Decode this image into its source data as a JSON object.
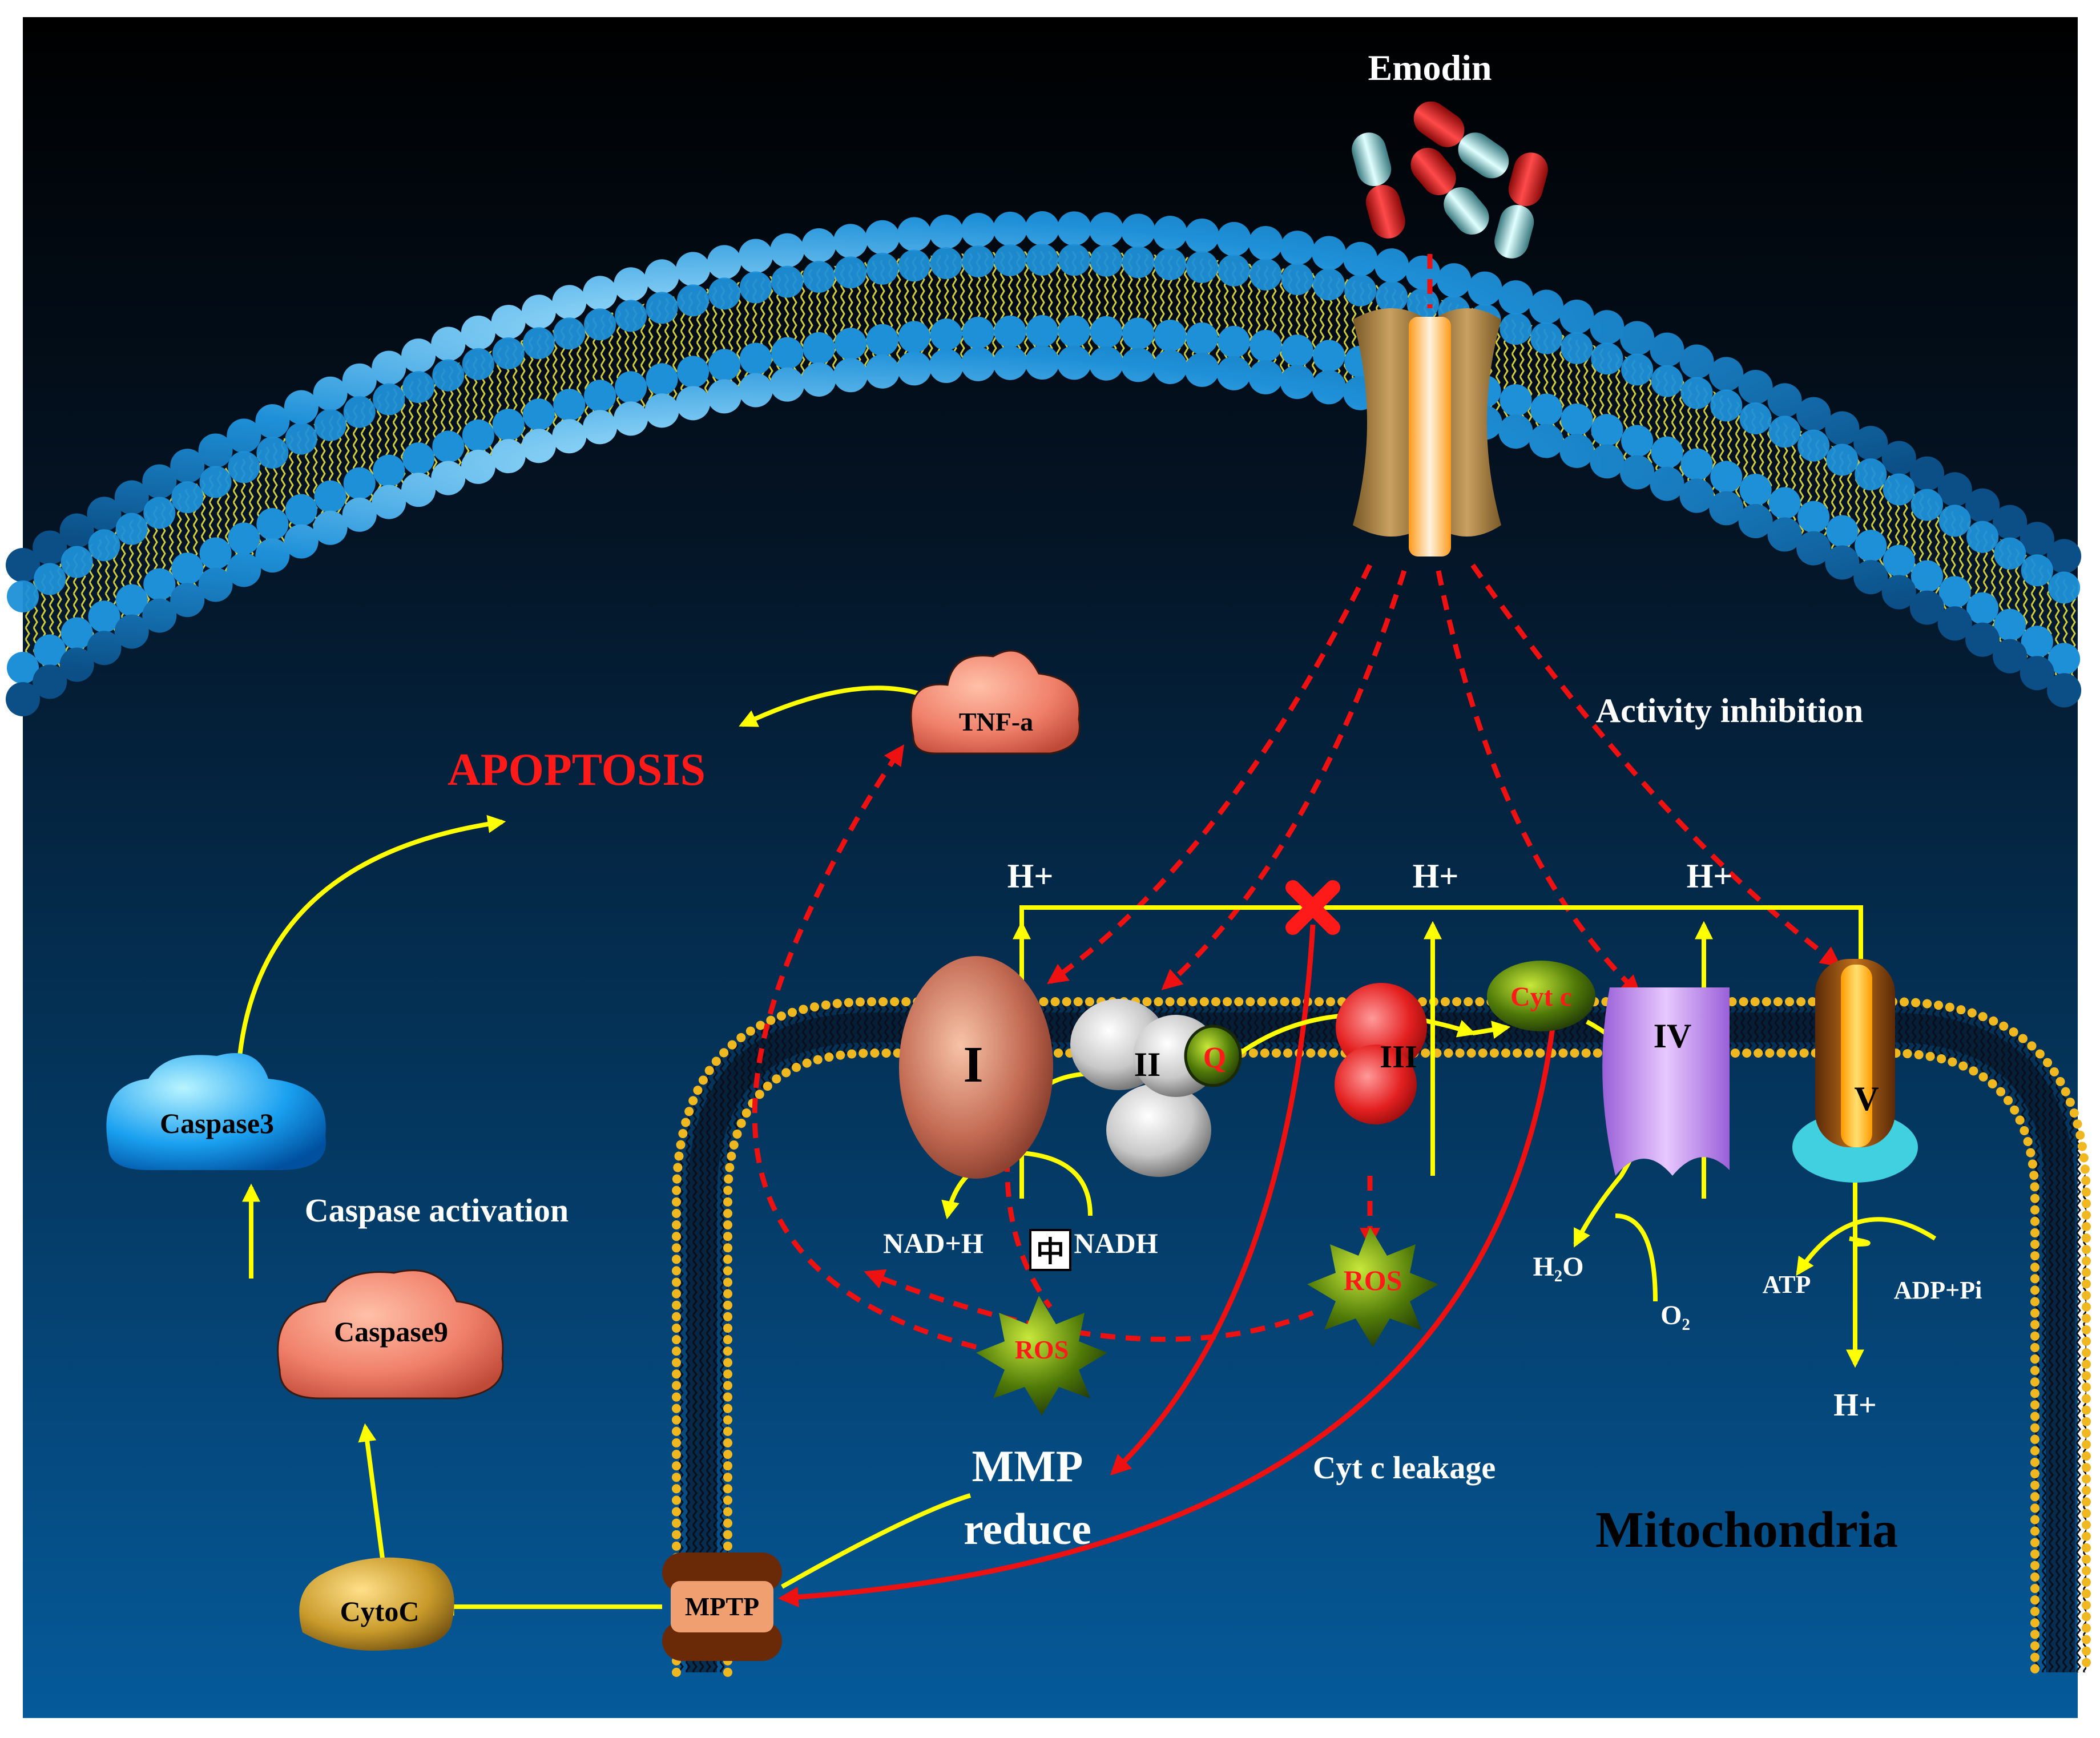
{
  "labels": {
    "emodin": "Emodin",
    "activity_inhibition": "Activity inhibition",
    "apoptosis": "APOPTOSIS",
    "tnf": "TNF-a",
    "caspase3": "Caspase3",
    "caspase_activation": "Caspase activation",
    "caspase9": "Caspase9",
    "cytoc": "CytoC",
    "mptp": "MPTP",
    "mmp_line1": "MMP",
    "mmp_line2": "reduce",
    "cytc_leakage": "Cyt c leakage",
    "mitochondria": "Mitochondria",
    "complex_1": "I",
    "complex_2": "II",
    "complex_3": "III",
    "complex_4": "IV",
    "complex_5": "V",
    "q": "Q",
    "cytc": "Cyt c",
    "h_plus_1": "H+",
    "h_plus_2": "H+",
    "h_plus_3": "H+",
    "h_plus_out": "H+",
    "nad": "NAD+H",
    "nadh": "NADH",
    "ros_1": "ROS",
    "ros_2": "ROS",
    "h2o": "H₂O",
    "o2": "O₂",
    "atp": "ATP",
    "adp": "ADP+Pi",
    "box_char": "中"
  },
  "colors": {
    "background_top": "#000000",
    "background_bottom": "#055a9a",
    "membrane_bead": "#1e90d8",
    "tail": "#e8e040",
    "signal_arrow": "#ffff00",
    "inhibition_arrow": "#ee1111",
    "apoptosis_text": "#ff1a1a",
    "label_text": "#ffffff",
    "ros_fill": "#4f7a08"
  }
}
